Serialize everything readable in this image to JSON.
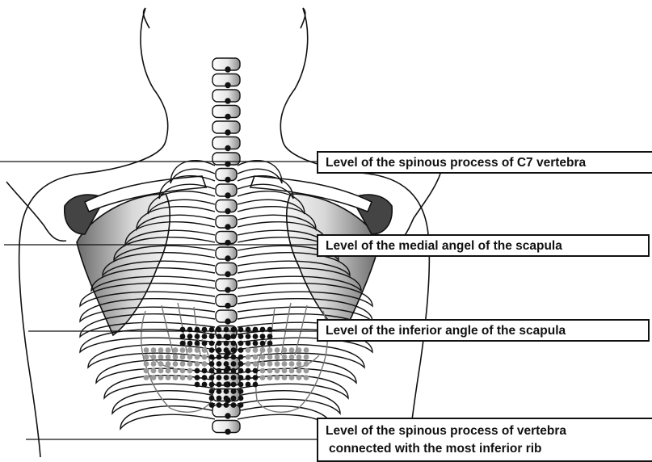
{
  "labels": {
    "c7": "Level of the spinous process of C7 vertebra",
    "medial_angle": "Level of the medial angel of the scapula",
    "inferior_angle": "Level of the inferior angle of the scapula",
    "rib_line1": "Level of the spinous process of vertebra",
    "rib_line2": "connected with the most inferior rib"
  },
  "colors": {
    "outline": "#111111",
    "bone_fill": "#ffffff",
    "bone_shade": "#7a7a7a",
    "dot_dark": "#111111",
    "dot_gray": "#9a9a9a"
  }
}
